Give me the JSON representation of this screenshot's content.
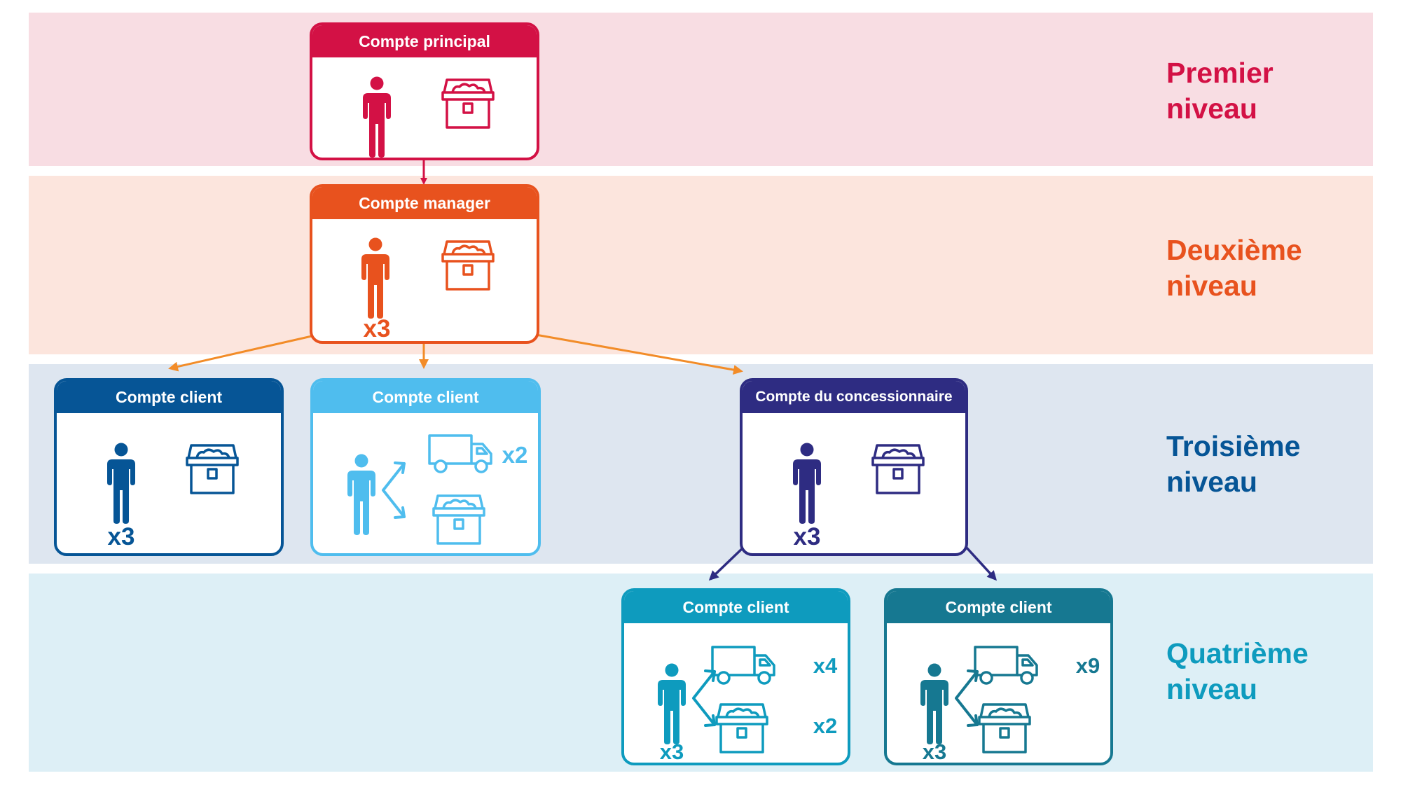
{
  "colors": {
    "crimson": "#D31145",
    "orange": "#E8521E",
    "arrow_orange": "#F28C28",
    "dark_blue": "#065596",
    "light_blue": "#4FBDEE",
    "navy": "#2E2C82",
    "teal": "#0E9BBE",
    "dark_teal": "#167891",
    "band1": "#F8DDE3",
    "band2": "#FCE5DD",
    "band3": "#DEE6F0",
    "band4": "#DDEFF6"
  },
  "levels": [
    {
      "line1": "Premier",
      "line2": "niveau"
    },
    {
      "line1": "Deuxième",
      "line2": "niveau"
    },
    {
      "line1": "Troisième",
      "line2": "niveau"
    },
    {
      "line1": "Quatrième",
      "line2": "niveau"
    }
  ],
  "cards": {
    "principal": {
      "title": "Compte principal",
      "icons": [
        "person-icon",
        "treasure-chest-icon"
      ]
    },
    "manager": {
      "title": "Compte manager",
      "person_count": "x3",
      "icons": [
        "person-icon",
        "treasure-chest-icon"
      ]
    },
    "client_a": {
      "title": "Compte client",
      "person_count": "x3",
      "icons": [
        "person-icon",
        "treasure-chest-icon"
      ]
    },
    "client_b": {
      "title": "Compte client",
      "truck_count": "x2",
      "icons": [
        "person-icon",
        "truck-icon",
        "treasure-chest-icon"
      ]
    },
    "dealer": {
      "title": "Compte du concessionnaire",
      "person_count": "x3",
      "icons": [
        "person-icon",
        "treasure-chest-icon"
      ]
    },
    "client_c": {
      "title": "Compte client",
      "person_count": "x3",
      "truck_count": "x4",
      "chest_count": "x2",
      "icons": [
        "person-icon",
        "truck-icon",
        "treasure-chest-icon"
      ]
    },
    "client_d": {
      "title": "Compte client",
      "person_count": "x3",
      "truck_count": "x9",
      "icons": [
        "person-icon",
        "truck-icon",
        "treasure-chest-icon"
      ]
    }
  }
}
